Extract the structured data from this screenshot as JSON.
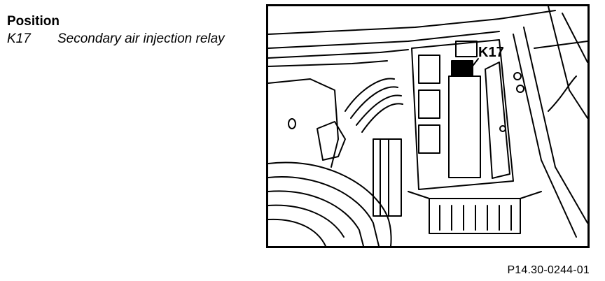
{
  "legend": {
    "title": "Position",
    "items": [
      {
        "code": "K17",
        "description": "Secondary air injection relay"
      }
    ]
  },
  "figure": {
    "callout": "K17",
    "reference": "P14.30-0244-01"
  }
}
